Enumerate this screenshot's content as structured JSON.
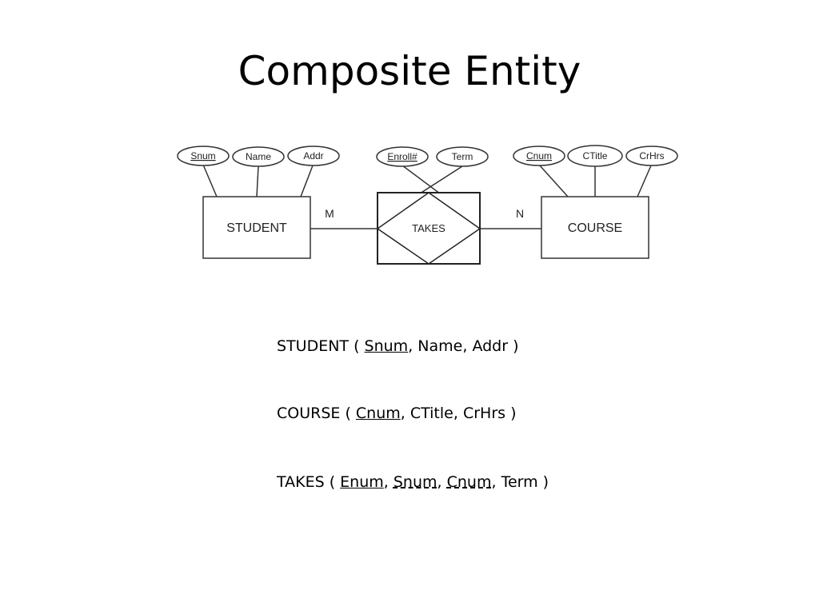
{
  "title": "Composite Entity",
  "diagram": {
    "entities": [
      {
        "id": "student",
        "label": "STUDENT",
        "attributes": [
          {
            "label": "Snum",
            "key": true
          },
          {
            "label": "Name",
            "key": false
          },
          {
            "label": "Addr",
            "key": false
          }
        ]
      },
      {
        "id": "course",
        "label": "COURSE",
        "attributes": [
          {
            "label": "Cnum",
            "key": true
          },
          {
            "label": "CTitle",
            "key": false
          },
          {
            "label": "CrHrs",
            "key": false
          }
        ]
      }
    ],
    "associative_entity": {
      "id": "takes",
      "label": "TAKES",
      "attributes": [
        {
          "label": "Enroll#",
          "key": true
        },
        {
          "label": "Term",
          "key": false
        }
      ]
    },
    "cardinalities": [
      {
        "label": "M",
        "between": [
          "student",
          "takes"
        ]
      },
      {
        "label": "N",
        "between": [
          "takes",
          "course"
        ]
      }
    ]
  },
  "schemas": [
    {
      "name": "STUDENT",
      "open": " ( ",
      "close": " )",
      "fields": [
        {
          "text": "Snum",
          "style": "pk"
        },
        {
          "text": "Name",
          "style": "plain"
        },
        {
          "text": "Addr",
          "style": "plain"
        }
      ]
    },
    {
      "name": "COURSE",
      "open": " ( ",
      "close": " )",
      "fields": [
        {
          "text": "Cnum",
          "style": "pk"
        },
        {
          "text": "CTitle",
          "style": "plain"
        },
        {
          "text": "CrHrs",
          "style": "plain"
        }
      ]
    },
    {
      "name": "TAKES",
      "open": " ( ",
      "close": " )",
      "fields": [
        {
          "text": "Enum",
          "style": "pk"
        },
        {
          "text": "Snum",
          "style": "fk"
        },
        {
          "text": "Cnum",
          "style": "fk"
        },
        {
          "text": "Term",
          "style": "plain"
        }
      ]
    }
  ]
}
